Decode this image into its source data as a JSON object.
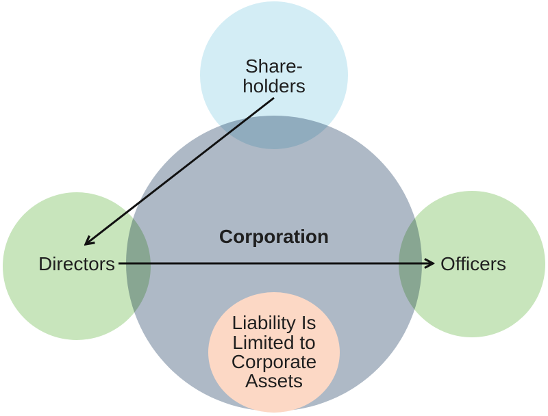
{
  "colors": {
    "background": "#ffffff",
    "corporation_fill": "#aeb9c6",
    "shareholders_fill": "#d3edf5",
    "directors_fill": "#c8e5bc",
    "officers_fill": "#c8e5bc",
    "liability_fill": "#fcd8c5",
    "arrow": "#111111",
    "text": "#1f1f1f"
  },
  "nodes": {
    "corporation": {
      "label": "Corporation"
    },
    "shareholders": {
      "lines": [
        "Share-",
        "holders"
      ]
    },
    "directors": {
      "label": "Directors"
    },
    "officers": {
      "label": "Officers"
    },
    "liability": {
      "lines": [
        "Liability Is",
        "Limited to",
        "Corporate",
        "Assets"
      ]
    }
  },
  "arrows": {
    "shareholders_to_directors": "shareholders-to-directors",
    "directors_to_officers": "directors-to-officers"
  }
}
